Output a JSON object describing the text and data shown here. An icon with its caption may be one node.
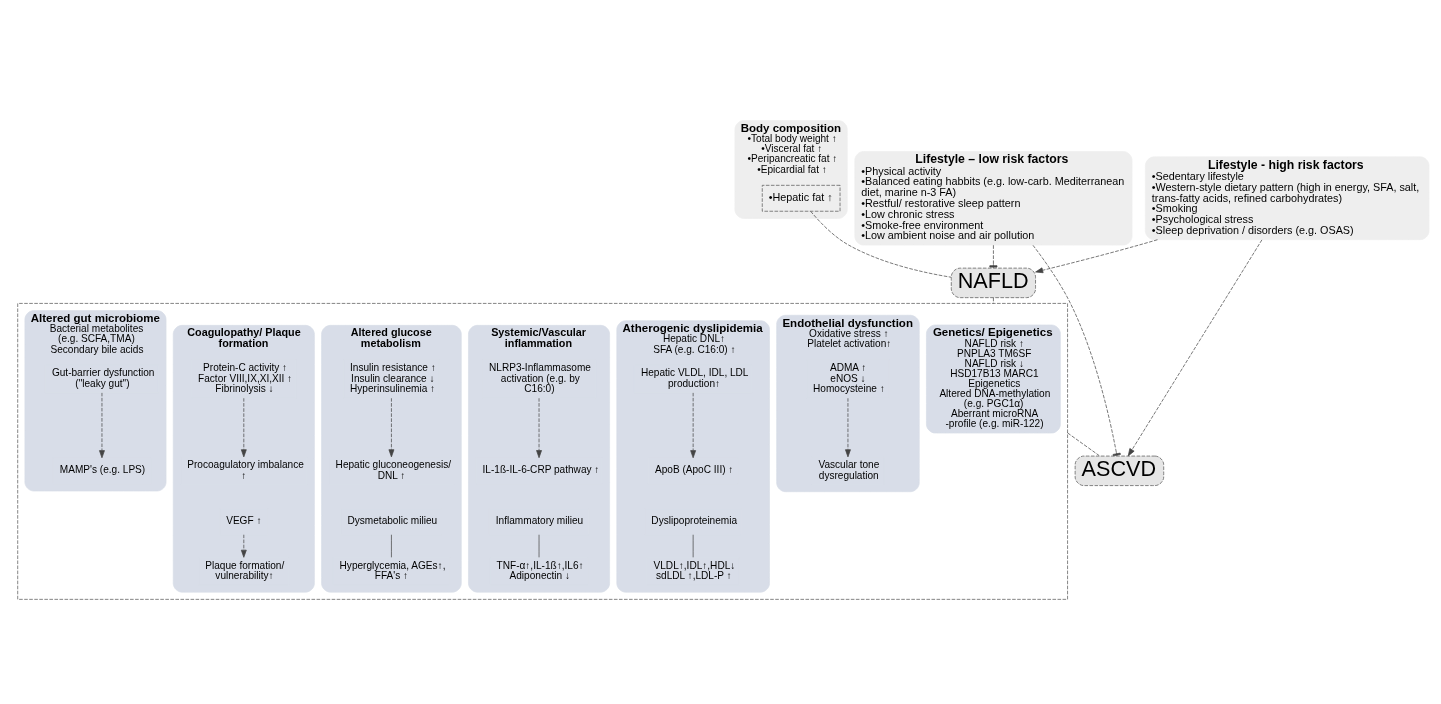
{
  "diagram": {
    "nodes": [
      {
        "text": [
          "Lifestyle - high risk factors",
          "•Sedentary lifestyle",
          "•Western-style dietary pattern (high in energy, SFA, salt, trans-fatty acids, refined carbohydrates)",
          "•Smoking",
          "•Psychological stress",
          "•Sleep deprivation / disorders (e.g. OSAS)"
        ]
      },
      {
        "text": [
          "Body composition",
          "•Total body weight ↑",
          "•Visceral fat ↑",
          "•Peripancreatic fat ↑",
          "•Epicardial fat ↑"
        ]
      },
      {
        "text": [
          "•Hepatic fat ↑"
        ],
        "in": 1
      },
      {
        "text": [
          "Lifestyle – low risk factors",
          "•Physical activity",
          "•Balanced eating habbits (e.g. low-carb. Mediterranean diet, marine n-3 FA)",
          "•Restful/ restorative sleep pattern",
          "•Low chronic stress",
          "•Smoke-free environment",
          "•Low ambient noise and air pollution"
        ]
      },
      {
        "text": [
          "NAFLD"
        ]
      },
      {
        "text": [],
        "shape": "box"
      },
      {
        "text": [
          "Genetics/ Epigenetics",
          "NAFLD risk ↑",
          "PNPLA3 TM6SF",
          "NAFLD risk ↓",
          "HSD17B13 MARC1",
          "Epigenetics",
          "Altered DNA-methylation (e.g. PGC1α)",
          "Aberrant microRNA -profile (e.g. miR-122)"
        ],
        "in": 5
      },
      {
        "text": [
          "Endothelial dysfunction",
          "Oxidative stress ↑",
          "Platelet activation↑"
        ],
        "in": 5
      },
      {
        "text": [
          "ADMA ↑",
          "eNOS ↓",
          "Homocysteine ↑"
        ],
        "in": 7
      },
      {
        "text": [
          "Vascular tone dysregulation"
        ],
        "in": 7
      },
      {
        "text": [
          "Atherogenic dyslipidemia",
          "Hepatic DNL↑",
          "SFA (e.g. C16:0) ↑"
        ],
        "in": 5
      },
      {
        "text": [
          "Hepatic VLDL, IDL, LDL production↑"
        ],
        "in": 10
      },
      {
        "text": [
          "ApoB (ApoC III) ↑"
        ],
        "in": 10
      },
      {
        "text": [
          "Dyslipoproteinemia"
        ],
        "in": 10
      },
      {
        "text": [
          "VLDL↑,IDL↑,HDL↓",
          "sdLDL ↑,LDL-P ↑"
        ],
        "in": 10
      },
      {
        "text": [
          "Systemic/Vascular inflammation"
        ],
        "in": 5
      },
      {
        "text": [
          "NLRP3-Inflammasome activation (e.g. by C16:0)"
        ],
        "in": 15
      },
      {
        "text": [
          "IL-1ß-IL-6-CRP pathway ↑"
        ],
        "in": 15
      },
      {
        "text": [
          "Inflammatory milieu"
        ],
        "in": 15
      },
      {
        "text": [
          "TNF-α↑,IL-1ß↑,IL6↑",
          "Adiponectin ↓"
        ],
        "in": 15
      },
      {
        "text": [
          "Altered glucose metabolism"
        ],
        "in": 5
      },
      {
        "text": [
          "Insulin resistance ↑",
          "Insulin clearance ↓",
          "Hyperinsulinemia ↑"
        ],
        "in": 20
      },
      {
        "text": [
          "Hepatic gluconeogenesis/ DNL ↑"
        ],
        "in": 20
      },
      {
        "text": [
          "Dysmetabolic milieu"
        ],
        "in": 20
      },
      {
        "text": [
          "Hyperglycemia, AGEs↑, FFA's ↑"
        ],
        "in": 20
      },
      {
        "text": [
          "Coagulopathy/ Plaque formation"
        ],
        "in": 5
      },
      {
        "text": [
          "Protein-C activity ↑",
          "Factor VIII,IX,XI,XII ↑",
          "Fibrinolysis ↓"
        ],
        "in": 25
      },
      {
        "text": [
          "Procoagulatory imbalance ↑"
        ],
        "in": 25
      },
      {
        "text": [
          "VEGF ↑"
        ],
        "in": 25
      },
      {
        "text": [
          "Plaque formation/ vulnerability↑"
        ],
        "in": 25
      },
      {
        "text": [
          "Altered gut microbiome",
          "Bacterial metabolites (e.g. SCFA,TMA)",
          "Secondary bile acids"
        ],
        "in": 5
      },
      {
        "text": [
          "Gut-barrier dysfunction (\"leaky gut\")"
        ],
        "in": 30
      },
      {
        "text": [
          "MAMP's (e.g. LPS)"
        ],
        "in": 30
      },
      {
        "text": [
          "ASCVD"
        ]
      }
    ],
    "edges": [
      {
        "from": 0,
        "to": 4,
        "arrow": "to",
        "style": "dashed"
      },
      {
        "from": 2,
        "to": 4,
        "arrow": "none",
        "style": "dashed"
      },
      {
        "from": 3,
        "to": 4,
        "arrow": "other",
        "style": "dashed"
      },
      {
        "from": 4,
        "to": 5,
        "arrow": "none",
        "style": "dashed"
      },
      {
        "from": 8,
        "to": 9,
        "arrow": "to",
        "style": "dashed"
      },
      {
        "from": 11,
        "to": 12,
        "arrow": "to",
        "style": "dashed"
      },
      {
        "from": 13,
        "to": 14,
        "arrow": "none"
      },
      {
        "from": 16,
        "to": 17,
        "arrow": "to",
        "style": "dashed"
      },
      {
        "from": 18,
        "to": 19,
        "arrow": "none"
      },
      {
        "from": 21,
        "to": 22,
        "arrow": "to",
        "style": "dashed"
      },
      {
        "from": 23,
        "to": 24,
        "arrow": "none"
      },
      {
        "from": 26,
        "to": 27,
        "arrow": "to",
        "style": "dashed"
      },
      {
        "from": 28,
        "to": 29,
        "arrow": "to",
        "style": "dashed"
      },
      {
        "from": 31,
        "to": 32,
        "arrow": "to",
        "style": "dashed"
      },
      {
        "from": 5,
        "to": 33,
        "arrow": "none",
        "style": "dashed"
      },
      {
        "from": 0,
        "to": 33,
        "arrow": "to",
        "style": "dashed"
      },
      {
        "from": 3,
        "to": 33,
        "arrow": "other",
        "style": "dashed"
      }
    ]
  }
}
